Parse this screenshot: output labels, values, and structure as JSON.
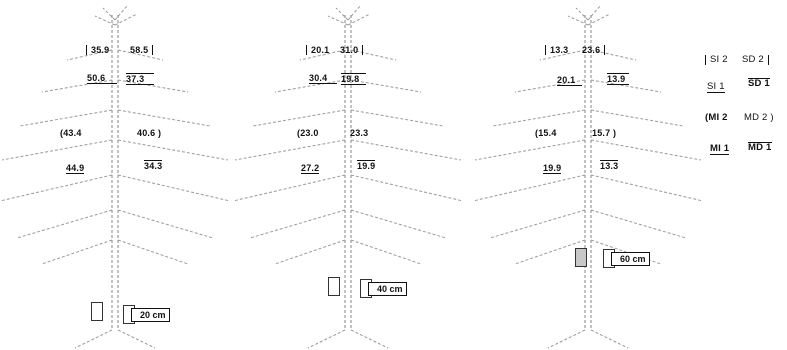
{
  "trees": [
    {
      "upper_left": "35.9",
      "upper_right": "58.5",
      "upper_left_low": "50.6",
      "upper_right_low": "37.3",
      "mid_left": "43.4",
      "mid_right": "40.6",
      "low_left": "44.9",
      "low_right": "34.3",
      "height": "20 cm"
    },
    {
      "upper_left": "20.1",
      "upper_right": "31.0",
      "upper_left_low": "30.4",
      "upper_right_low": "19.8",
      "mid_left": "23.0",
      "mid_right": "23.3",
      "low_left": "27.2",
      "low_right": "19.9",
      "height": "40 cm"
    },
    {
      "upper_left": "13.3",
      "upper_right": "23.6",
      "upper_left_low": "20.1",
      "upper_right_low": "13.9",
      "mid_left": "15.4",
      "mid_right": "15.7",
      "low_left": "19.9",
      "low_right": "13.3",
      "height": "60 cm"
    }
  ],
  "legend": {
    "si2": "SI 2",
    "sd2": "SD 2",
    "si1": "SI 1",
    "sd1": "SD 1",
    "mi2": "MI 2",
    "md2": "MD 2",
    "mi1": "MI 1",
    "md1": "MD 1"
  }
}
